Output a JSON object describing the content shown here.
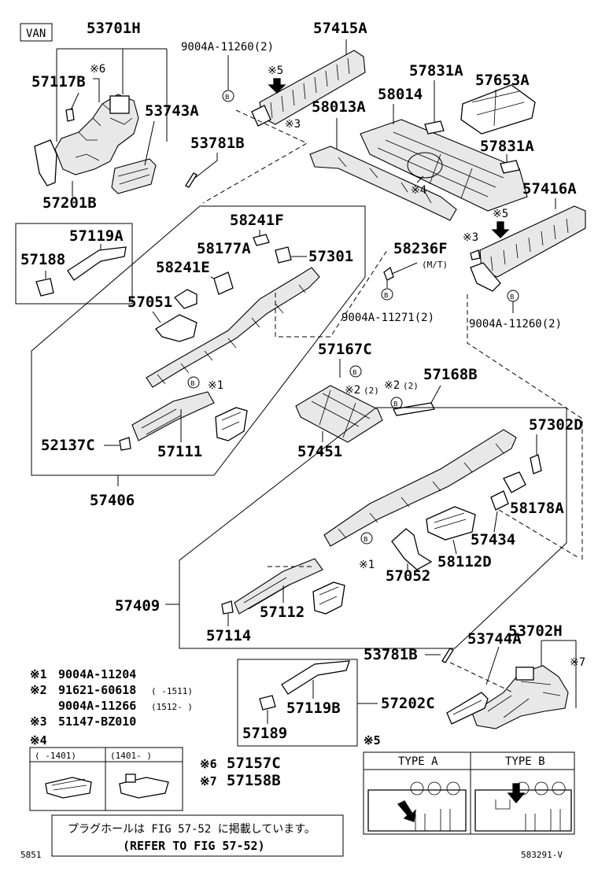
{
  "variant_tag": "VAN",
  "labels": {
    "p53701H": "53701H",
    "p57415A": "57415A",
    "p9004A_11260_2_top": "9004A-11260(2)",
    "p57117B": "57117B",
    "p53743A": "53743A",
    "p58013A": "58013A",
    "p58014": "58014",
    "p57831A_top": "57831A",
    "p57653A": "57653A",
    "p57831A_mid": "57831A",
    "p53781B_top": "53781B",
    "p57201B": "57201B",
    "p57119A": "57119A",
    "p57188": "57188",
    "p58241F": "58241F",
    "p58177A": "58177A",
    "p57301": "57301",
    "p58241E": "58241E",
    "p57051": "57051",
    "p58236F": "58236F",
    "p58236F_note": "(M/T)",
    "p9004A_11271_2": "9004A-11271(2)",
    "p57416A": "57416A",
    "p9004A_11260_2_right": "9004A-11260(2)",
    "p57167C": "57167C",
    "p57168B": "57168B",
    "p52137C": "52137C",
    "p57111": "57111",
    "p57451": "57451",
    "p57406": "57406",
    "p57302D": "57302D",
    "p58178A": "58178A",
    "p57434": "57434",
    "p58112D": "58112D",
    "p57052": "57052",
    "p57409": "57409",
    "p57112": "57112",
    "p57114": "57114",
    "p53702H": "53702H",
    "p53744A": "53744A",
    "p53781B_bottom": "53781B",
    "p57202C": "57202C",
    "p57119B": "57119B",
    "p57189": "57189"
  },
  "markers": {
    "m1": "※1",
    "m2": "※2",
    "m2_qty": "(2)",
    "m3": "※3",
    "m4": "※4",
    "m5": "※5",
    "m6": "※6",
    "m7": "※7",
    "circle_b": "B"
  },
  "notes": {
    "n1_mark": "※1",
    "n1_part": "9004A-11204",
    "n2_mark": "※2",
    "n2_part_a": "91621-60618",
    "n2_range_a": "(     -1511)",
    "n2_part_b": "9004A-11266",
    "n2_range_b": "(1512-     )",
    "n3_mark": "※3",
    "n3_part": "51147-BZ010",
    "n4_mark": "※4",
    "n4_col1": "(     -1401)",
    "n4_col2": "(1401-     )",
    "n5_mark": "※5",
    "n5_type_a": "TYPE A",
    "n5_type_b": "TYPE B",
    "n6_mark": "※6",
    "n6_part": "57157C",
    "n7_mark": "※7",
    "n7_part": "57158B"
  },
  "footer": {
    "note_jp": "プラグホールは FIG 57-52 に掲載しています。",
    "note_en": "(REFER TO FIG 57-52)",
    "left_code": "5851",
    "right_code": "583291-V"
  }
}
